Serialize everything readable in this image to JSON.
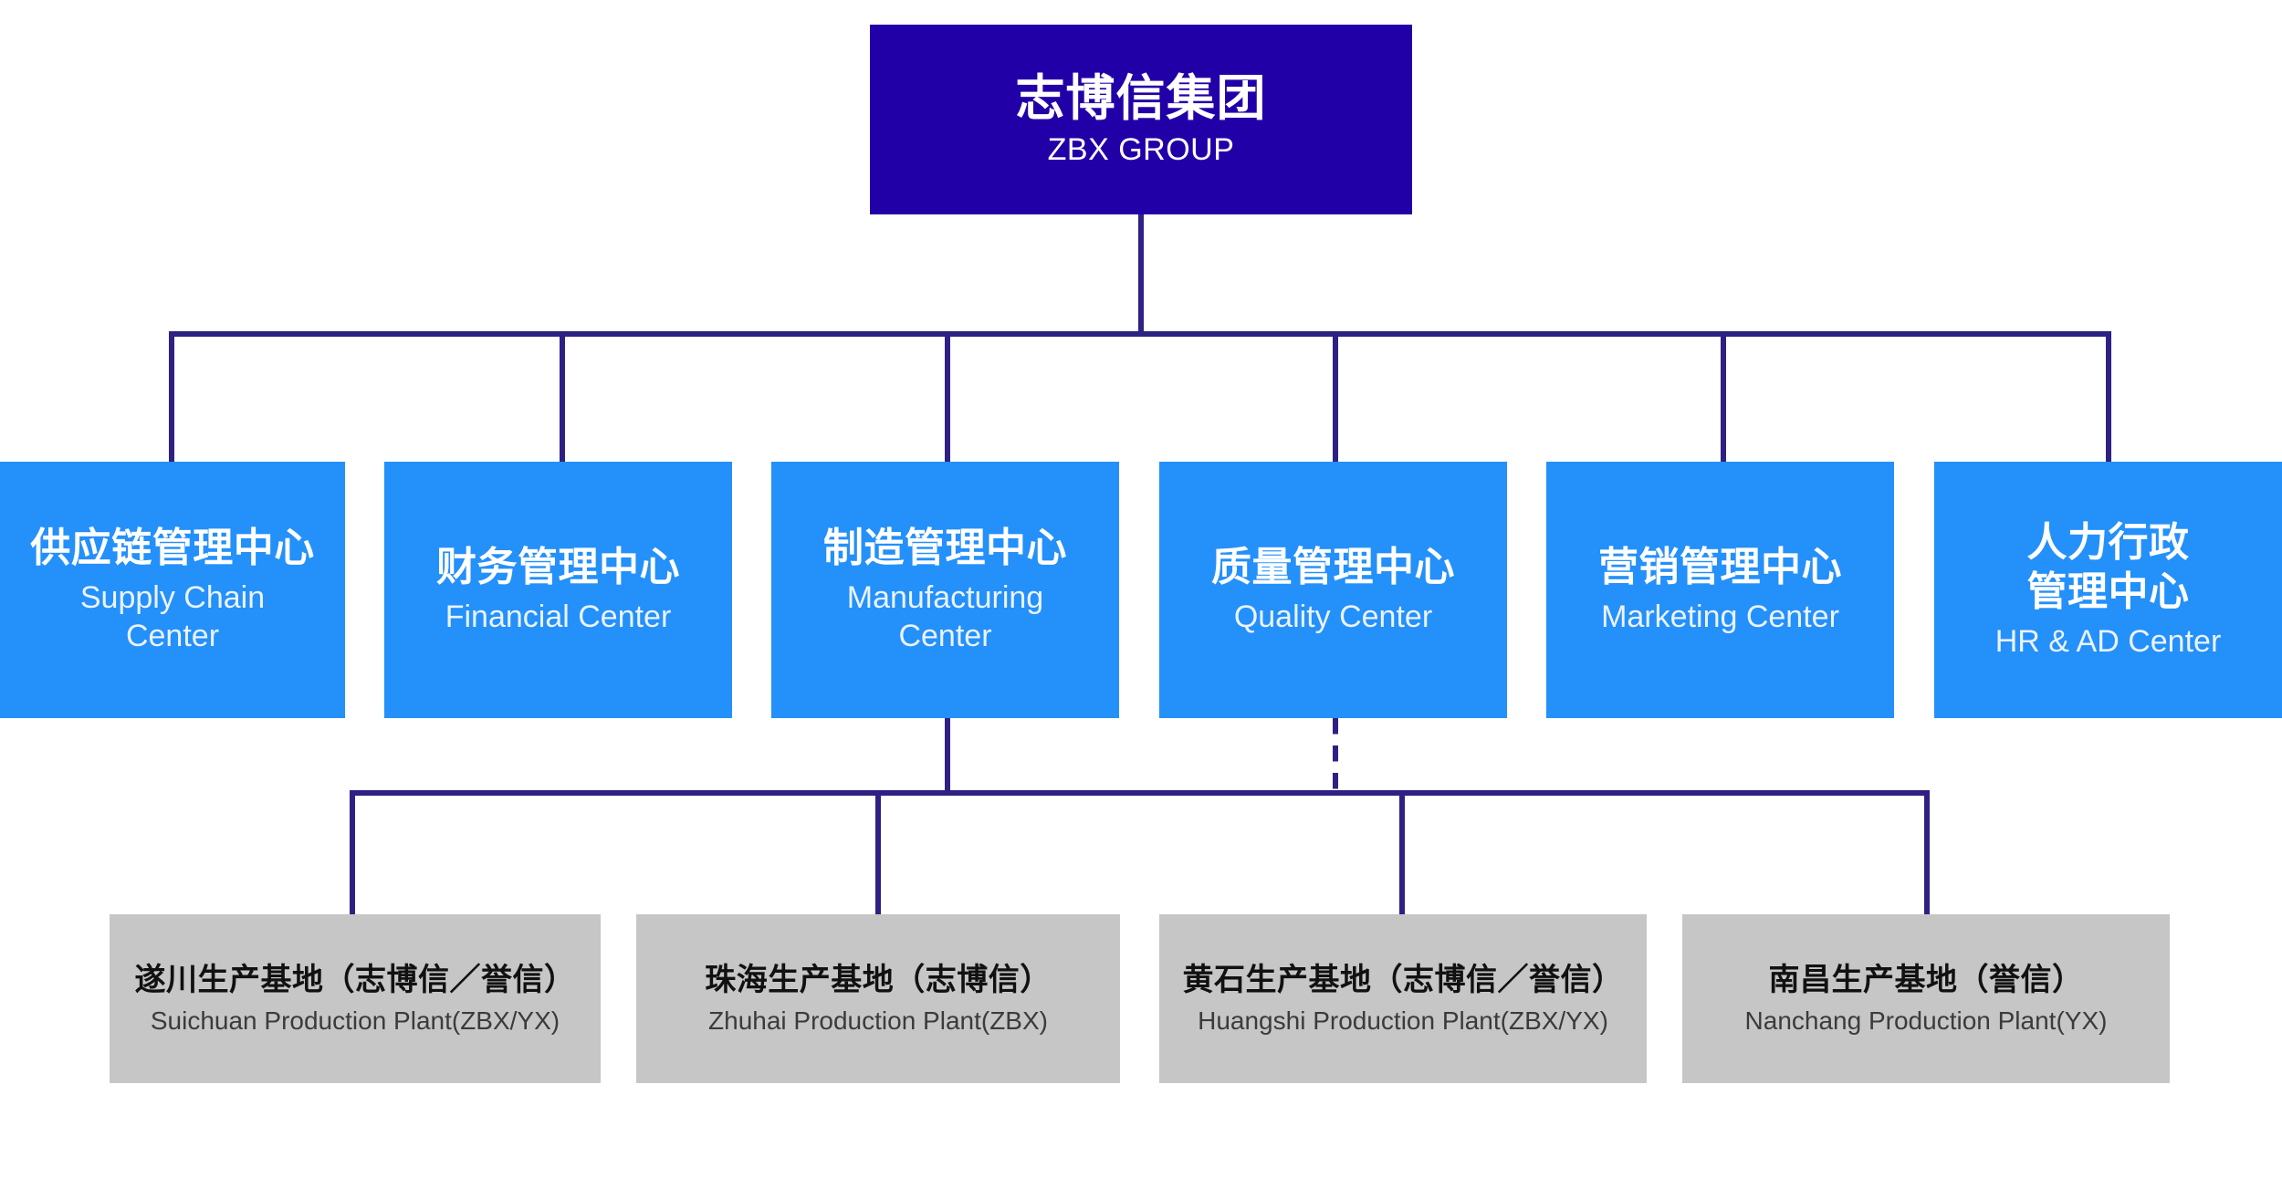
{
  "chart_data": {
    "type": "diagram",
    "title": "志博信集团 ZBX GROUP Organization Chart",
    "levels": 3,
    "colors": {
      "root_fill": "#2200a8",
      "center_fill": "#2490fa",
      "plant_fill": "#c6c6c6",
      "connector": "#2e2184",
      "root_text": "#ffffff",
      "center_text": "#ffffff",
      "plant_text": "#111111",
      "background": "#ffffff"
    }
  },
  "root": {
    "cn": "志博信集团",
    "en": "ZBX GROUP"
  },
  "centers": [
    {
      "cn": "供应链管理中心",
      "en": "Supply Chain\nCenter"
    },
    {
      "cn": "财务管理中心",
      "en": "Financial Center"
    },
    {
      "cn": "制造管理中心",
      "en": "Manufacturing\nCenter"
    },
    {
      "cn": "质量管理中心",
      "en": "Quality Center"
    },
    {
      "cn": "营销管理中心",
      "en": "Marketing Center"
    },
    {
      "cn": "人力行政\n管理中心",
      "en": "HR & AD Center"
    }
  ],
  "plants": [
    {
      "cn": "遂川生产基地（志博信／誉信）",
      "en": "Suichuan Production Plant(ZBX/YX)"
    },
    {
      "cn": "珠海生产基地（志博信）",
      "en": "Zhuhai Production Plant(ZBX)"
    },
    {
      "cn": "黄石生产基地（志博信／誉信）",
      "en": "Huangshi Production Plant(ZBX/YX)"
    },
    {
      "cn": "南昌生产基地（誉信）",
      "en": "Nanchang Production Plant(YX)"
    }
  ]
}
